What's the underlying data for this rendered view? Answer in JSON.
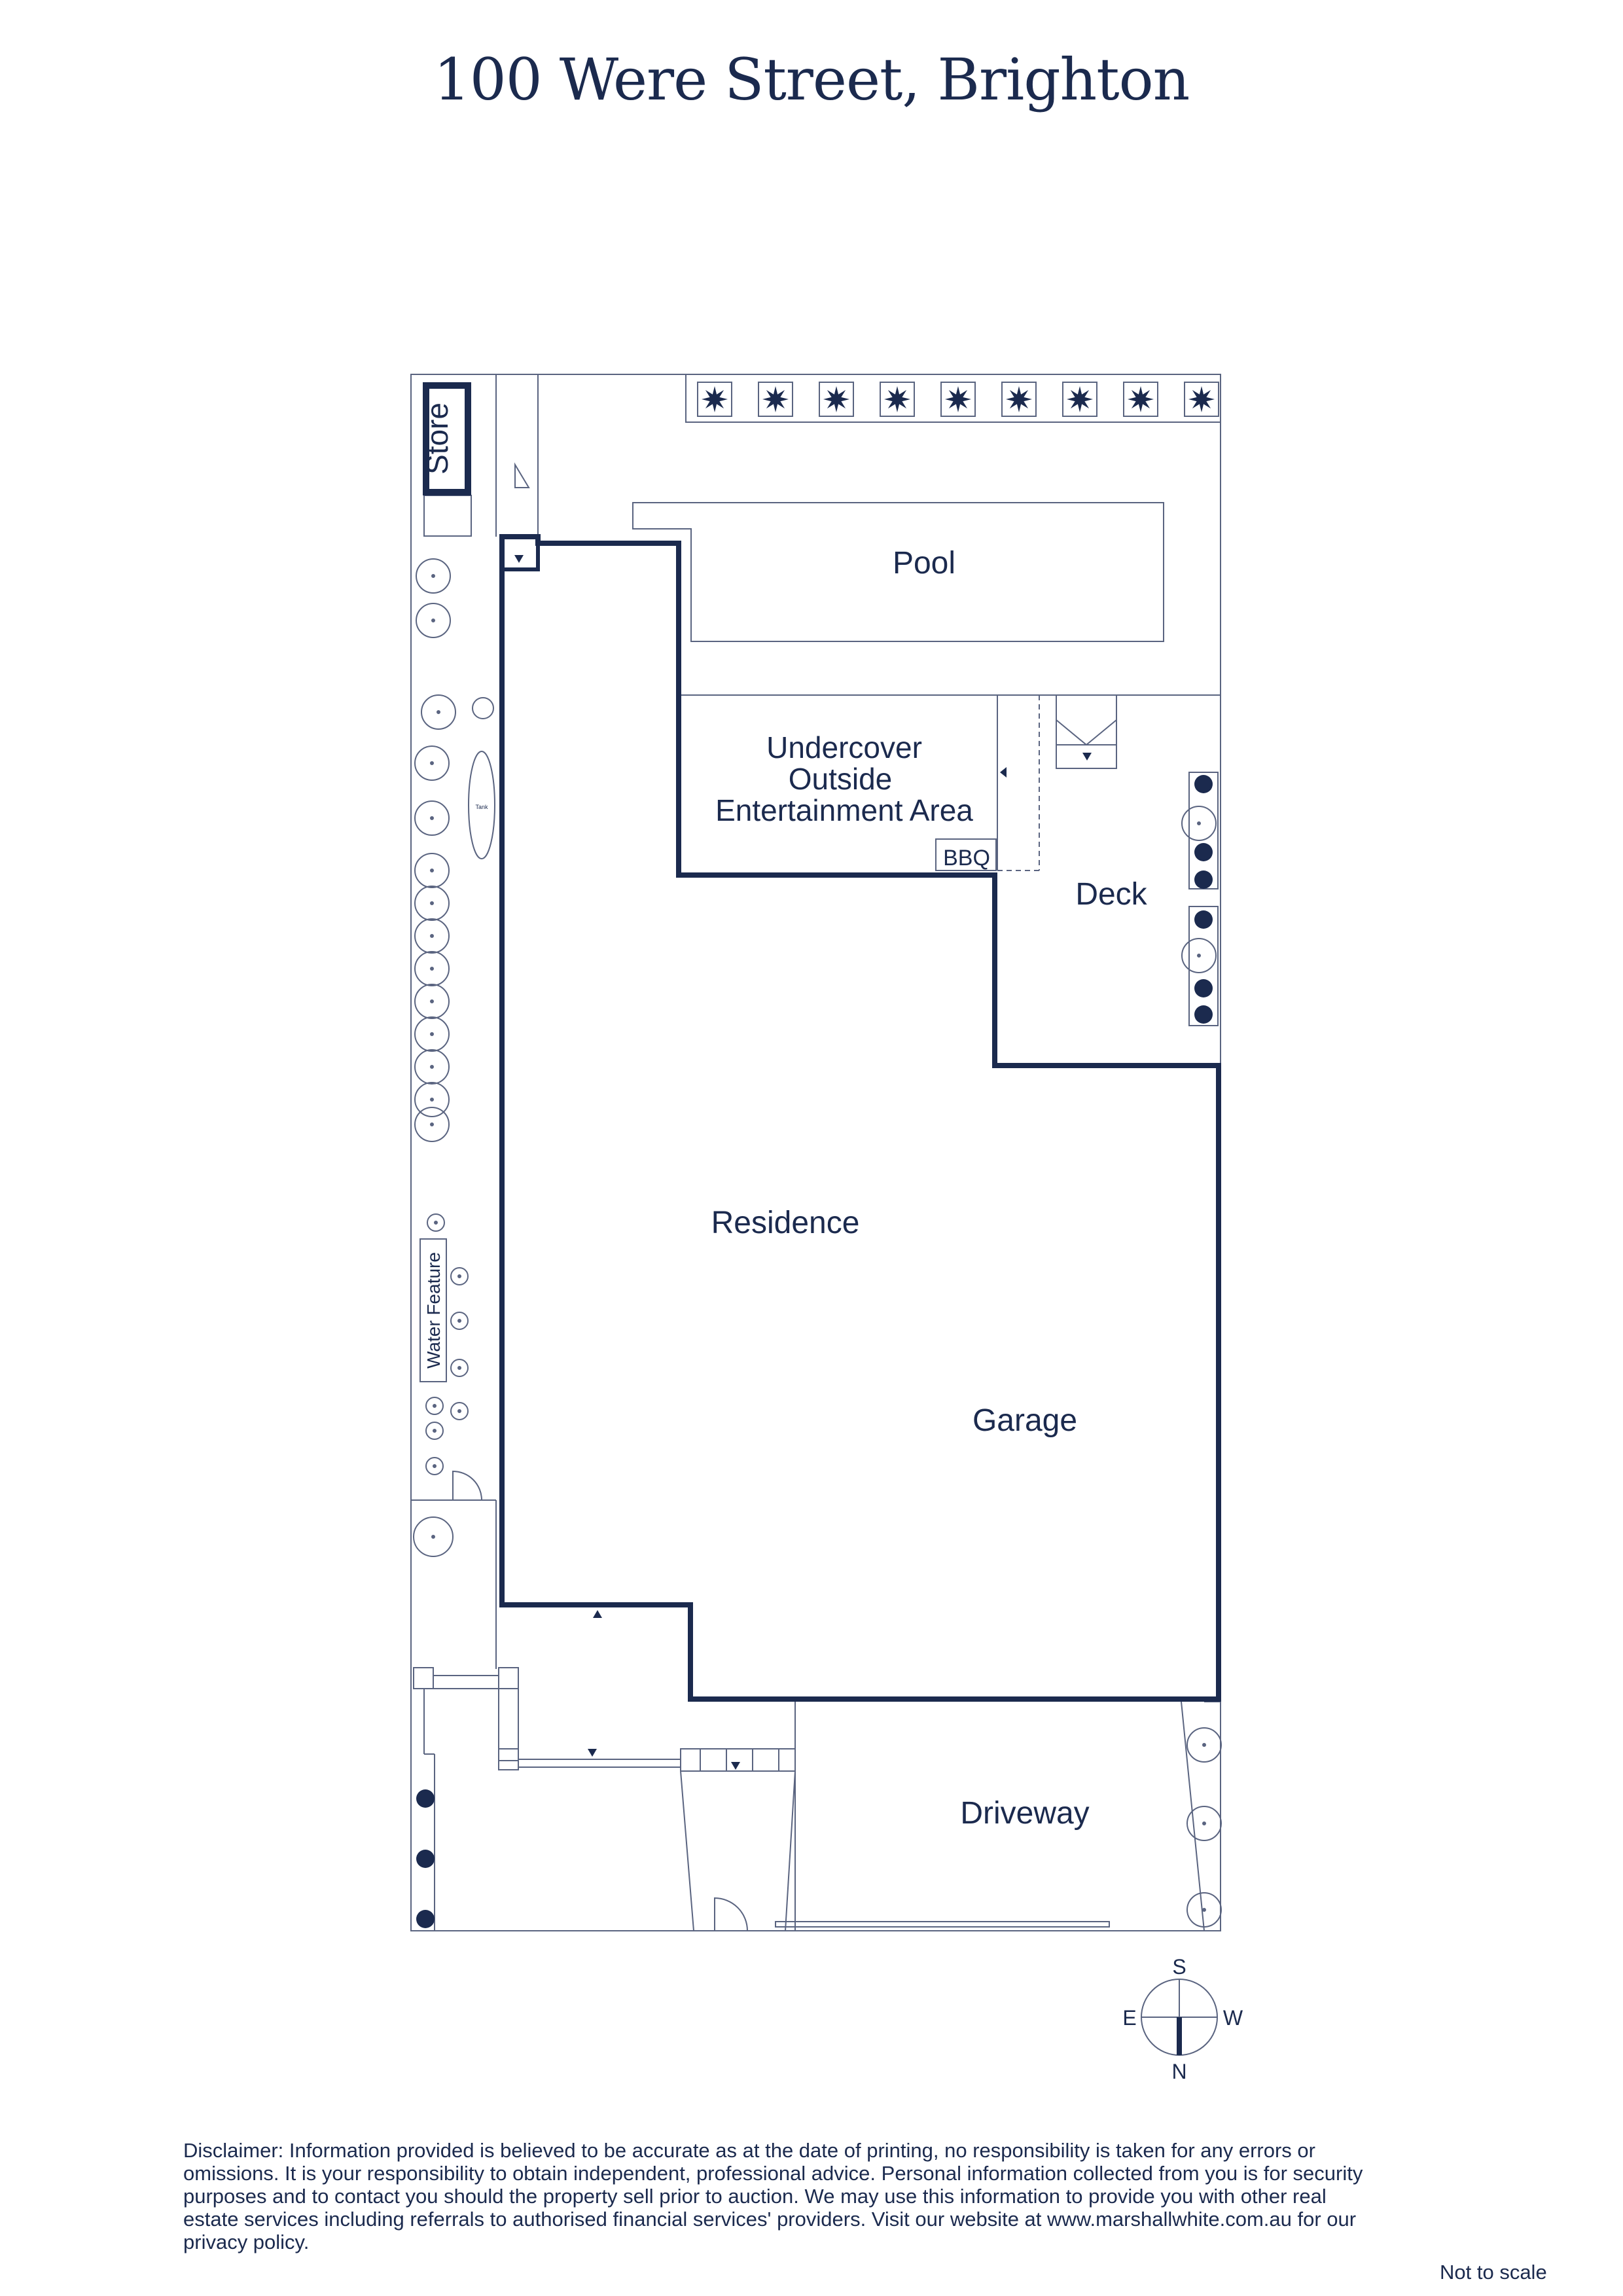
{
  "title": "100 Were Street, Brighton",
  "rooms": {
    "store": "Store",
    "pool": "Pool",
    "undercover_1": "Undercover",
    "undercover_2": "Outside",
    "undercover_3": "Entertainment Area",
    "bbq": "BBQ",
    "deck": "Deck",
    "residence": "Residence",
    "garage": "Garage",
    "driveway": "Driveway",
    "water_feature": "Water Feature",
    "tank": "Tank"
  },
  "compass": {
    "s": "S",
    "e": "E",
    "w": "W",
    "n": "N"
  },
  "disclaimer": "Disclaimer: Information provided is believed to be accurate as at the date of printing, no responsibility is taken for any errors or omissions. It is your responsibility to obtain independent, professional advice. Personal information collected from you is for security purposes and to contact you should the property sell prior to auction. We may use this information to provide you with other real estate services including referrals to authorised financial services' providers. Visit our website at www.marshallwhite.com.au for our privacy policy.",
  "not_to_scale": "Not to scale",
  "colors": {
    "ink": "#1b2a4e",
    "line": "#5a6480"
  }
}
